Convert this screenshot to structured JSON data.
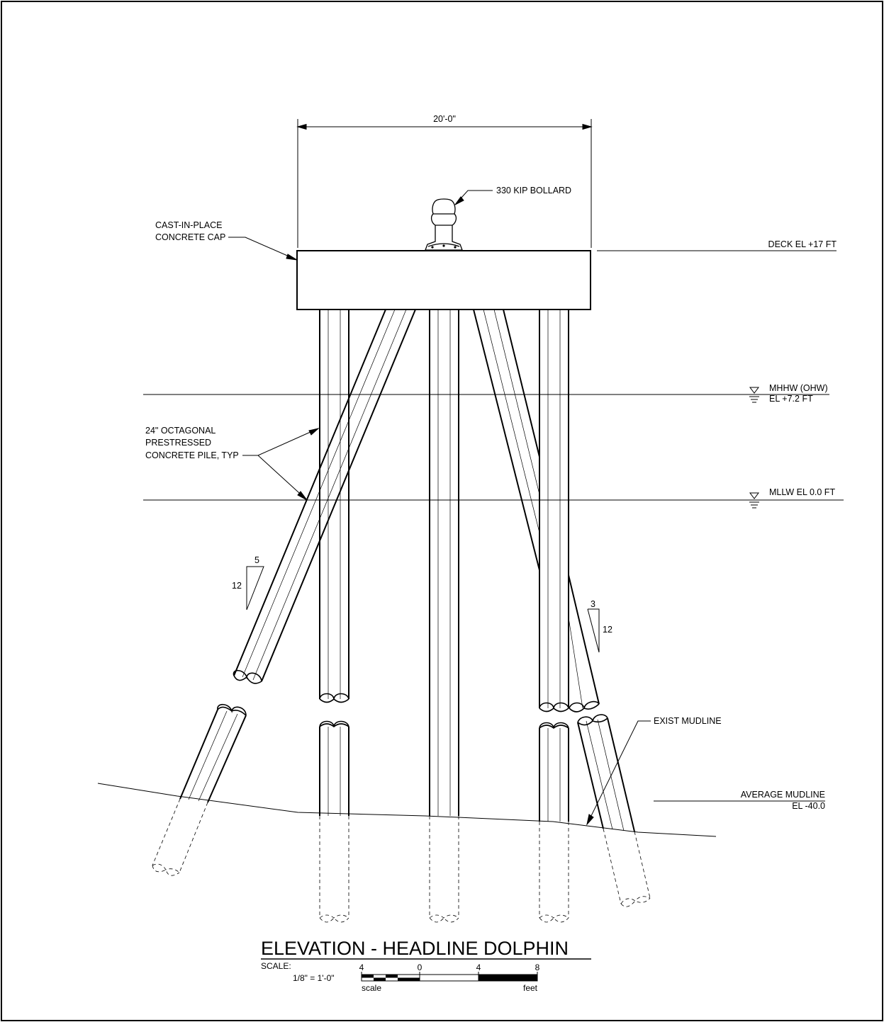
{
  "drawing": {
    "dimension": "20'-0\"",
    "bollard_label": "330 KIP BOLLARD",
    "cap_label": [
      "CAST-IN-PLACE",
      "CONCRETE CAP"
    ],
    "pile_label": [
      "24\" OCTAGONAL",
      "PRESTRESSED",
      "CONCRETE PILE, TYP"
    ],
    "levels": {
      "deck": "DECK EL +17 FT",
      "mhhw_line1": "MHHW (OHW)",
      "mhhw_line2": "EL +7.2 FT",
      "mllw": "MLLW EL 0.0 FT",
      "avg_mudline_line1": "AVERAGE MUDLINE",
      "avg_mudline_line2": "EL -40.0",
      "exist_mudline": "EXIST MUDLINE"
    },
    "batter_left": {
      "rise": "12",
      "run": "5"
    },
    "batter_right": {
      "rise": "12",
      "run": "3"
    }
  },
  "title_block": {
    "title": "ELEVATION - HEADLINE DOLPHIN",
    "scale_label": "SCALE:",
    "scale_value": "1/8\" = 1'-0\"",
    "scale_ticks": [
      "4",
      "0",
      "4",
      "8"
    ],
    "scale_word": "scale",
    "units_word": "feet"
  }
}
